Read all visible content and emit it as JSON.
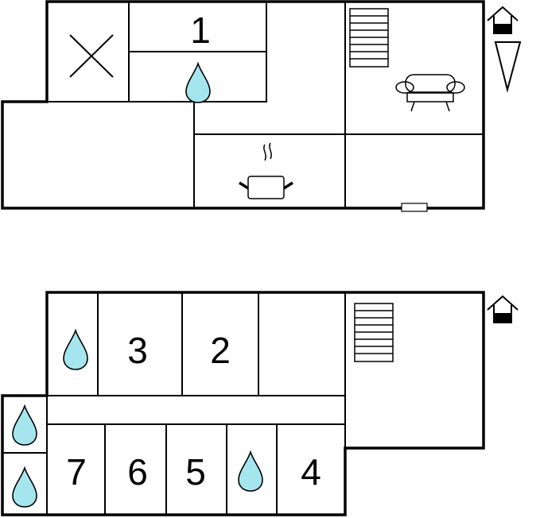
{
  "upper_floor": {
    "rooms": [
      {
        "number": "1",
        "type": "bedroom"
      }
    ],
    "icons": [
      "toilet-icon",
      "water-drop-icon",
      "stairs-icon",
      "sofa-icon",
      "cooking-pot-icon",
      "house-entrance-icon",
      "north-arrow-icon",
      "window-icon"
    ]
  },
  "lower_floor": {
    "rooms": [
      {
        "number": "3",
        "type": "bedroom"
      },
      {
        "number": "2",
        "type": "bedroom"
      },
      {
        "number": "7",
        "type": "bedroom"
      },
      {
        "number": "6",
        "type": "bedroom"
      },
      {
        "number": "5",
        "type": "bedroom"
      },
      {
        "number": "4",
        "type": "bedroom"
      }
    ],
    "icons": [
      "water-drop-icon",
      "stairs-icon",
      "house-entrance-icon"
    ]
  },
  "colors": {
    "wall": "#000000",
    "water": "#a5e6ee",
    "background": "#ffffff"
  }
}
